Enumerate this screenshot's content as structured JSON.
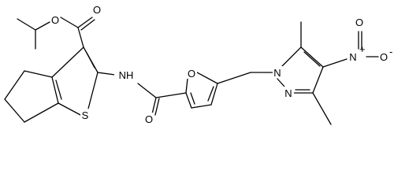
{
  "molecule": {
    "atom_labels": {
      "ester_o_single": "O",
      "ester_o_double": "O",
      "amide_nh": "NH",
      "thiophene_s": "S",
      "amide_o": "O",
      "furan_o": "O",
      "pyrazole_n1": "N",
      "pyrazole_n2": "N",
      "nitro_n": "N",
      "nitro_n_charge": "+",
      "nitro_o_double": "O",
      "nitro_o_single": "O",
      "nitro_o_charge": "-"
    }
  },
  "colors": {
    "ink": "#000000",
    "background": "#ffffff"
  }
}
